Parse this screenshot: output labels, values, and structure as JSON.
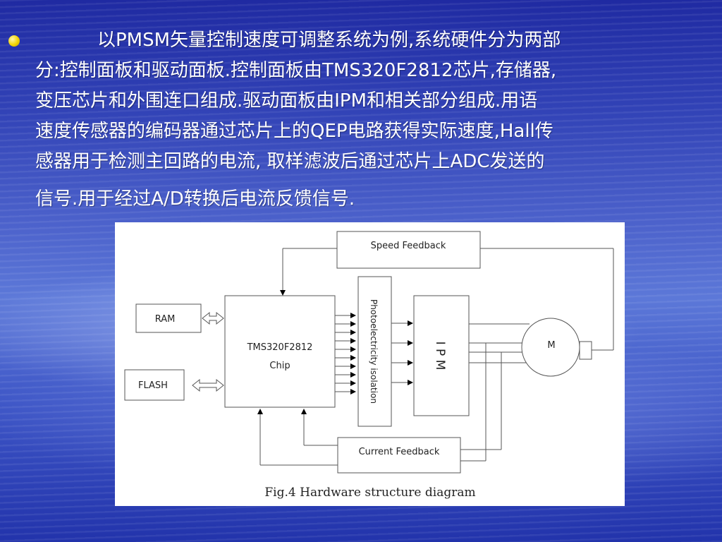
{
  "slide": {
    "bullet_lines": [
      "以PMSM矢量控制速度可调整系统为例,系统硬件分为两部",
      "分:控制面板和驱动面板.控制面板由TMS320F2812芯片,存储器,",
      "变压芯片和外围连口组成.驱动面板由IPM和相关部分组成.用语",
      "速度传感器的编码器通过芯片上的QEP电路获得实际速度,Hall传",
      "感器用于检测主回路的电流, 取样滤波后通过芯片上ADC发送的",
      "信号.用于经过A/D转换后电流反馈信号."
    ],
    "colors": {
      "bullet": "#f3d400",
      "text": "#ffffff",
      "figure_bg": "#ffffff"
    }
  },
  "diagram": {
    "speed_feedback": "Speed Feedback",
    "ram": "RAM",
    "flash": "FLASH",
    "chip_line1": "TMS320F2812",
    "chip_line2": "Chip",
    "isolation": "Photoelectricity isolation",
    "ipm": "I P M",
    "motor": "M",
    "current_feedback": "Current Feedback",
    "caption": "Fig.4 Hardware structure diagram"
  }
}
